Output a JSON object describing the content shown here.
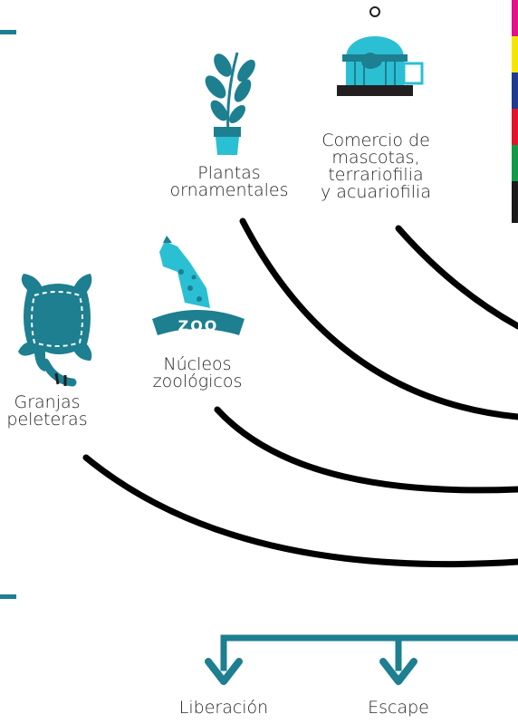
{
  "sources": {
    "plantas": [
      "Plantas",
      "ornamentales"
    ],
    "comercio": [
      "Comercio de",
      "mascotas,",
      "terrariofilia",
      "y acuariofilia"
    ],
    "zoologicos": [
      "Núcleos",
      "zoológicos"
    ],
    "granjas": [
      "Granjas",
      "peleteras"
    ]
  },
  "zoo_sign": "ZOO",
  "outcomes": [
    "Liberación",
    "Escape"
  ],
  "icons": {
    "plant": "potted-plant-icon",
    "cage": "bird-cage-icon",
    "giraffe": "giraffe-zoo-icon",
    "hide": "animal-hide-icon",
    "arrow": "down-arrow-icon"
  },
  "colors": {
    "teal_dark": "#1d7f90",
    "teal_light": "#2bbfd4",
    "teal_mid": "#1a8fa3",
    "curve": "#000000",
    "text": "#231f20"
  },
  "colorbar": [
    "#e3108a",
    "#f6e500",
    "#1f3a93",
    "#e3132b",
    "#0f9b48",
    "#1a1a1a",
    "#1a1a1a"
  ]
}
